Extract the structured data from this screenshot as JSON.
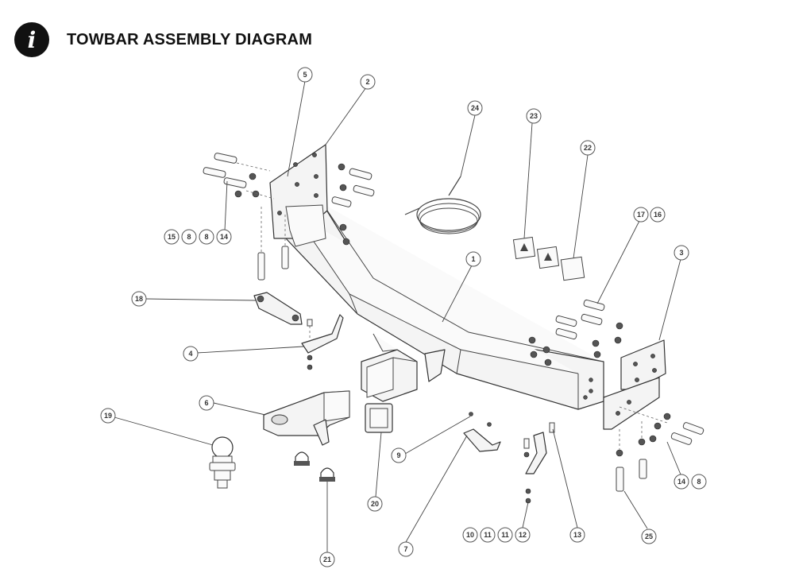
{
  "header": {
    "icon": "info-icon",
    "icon_glyph": "i",
    "title": "TOWBAR ASSEMBLY DIAGRAM"
  },
  "callouts": {
    "c5": "5",
    "c2": "2",
    "c24": "24",
    "c23": "23",
    "c22": "22",
    "c17": "17",
    "c16a": "16",
    "c3": "3",
    "c1": "1",
    "c15": "15",
    "c8a": "8",
    "c8b": "8",
    "c14a": "14",
    "c18": "18",
    "c4": "4",
    "c6": "6",
    "c19": "19",
    "c9": "9",
    "c20": "20",
    "c21": "21",
    "c7": "7",
    "c10": "10",
    "c11a": "11",
    "c11b": "11",
    "c12": "12",
    "c13": "13",
    "c25": "25",
    "c14b": "14",
    "c8c": "8"
  }
}
